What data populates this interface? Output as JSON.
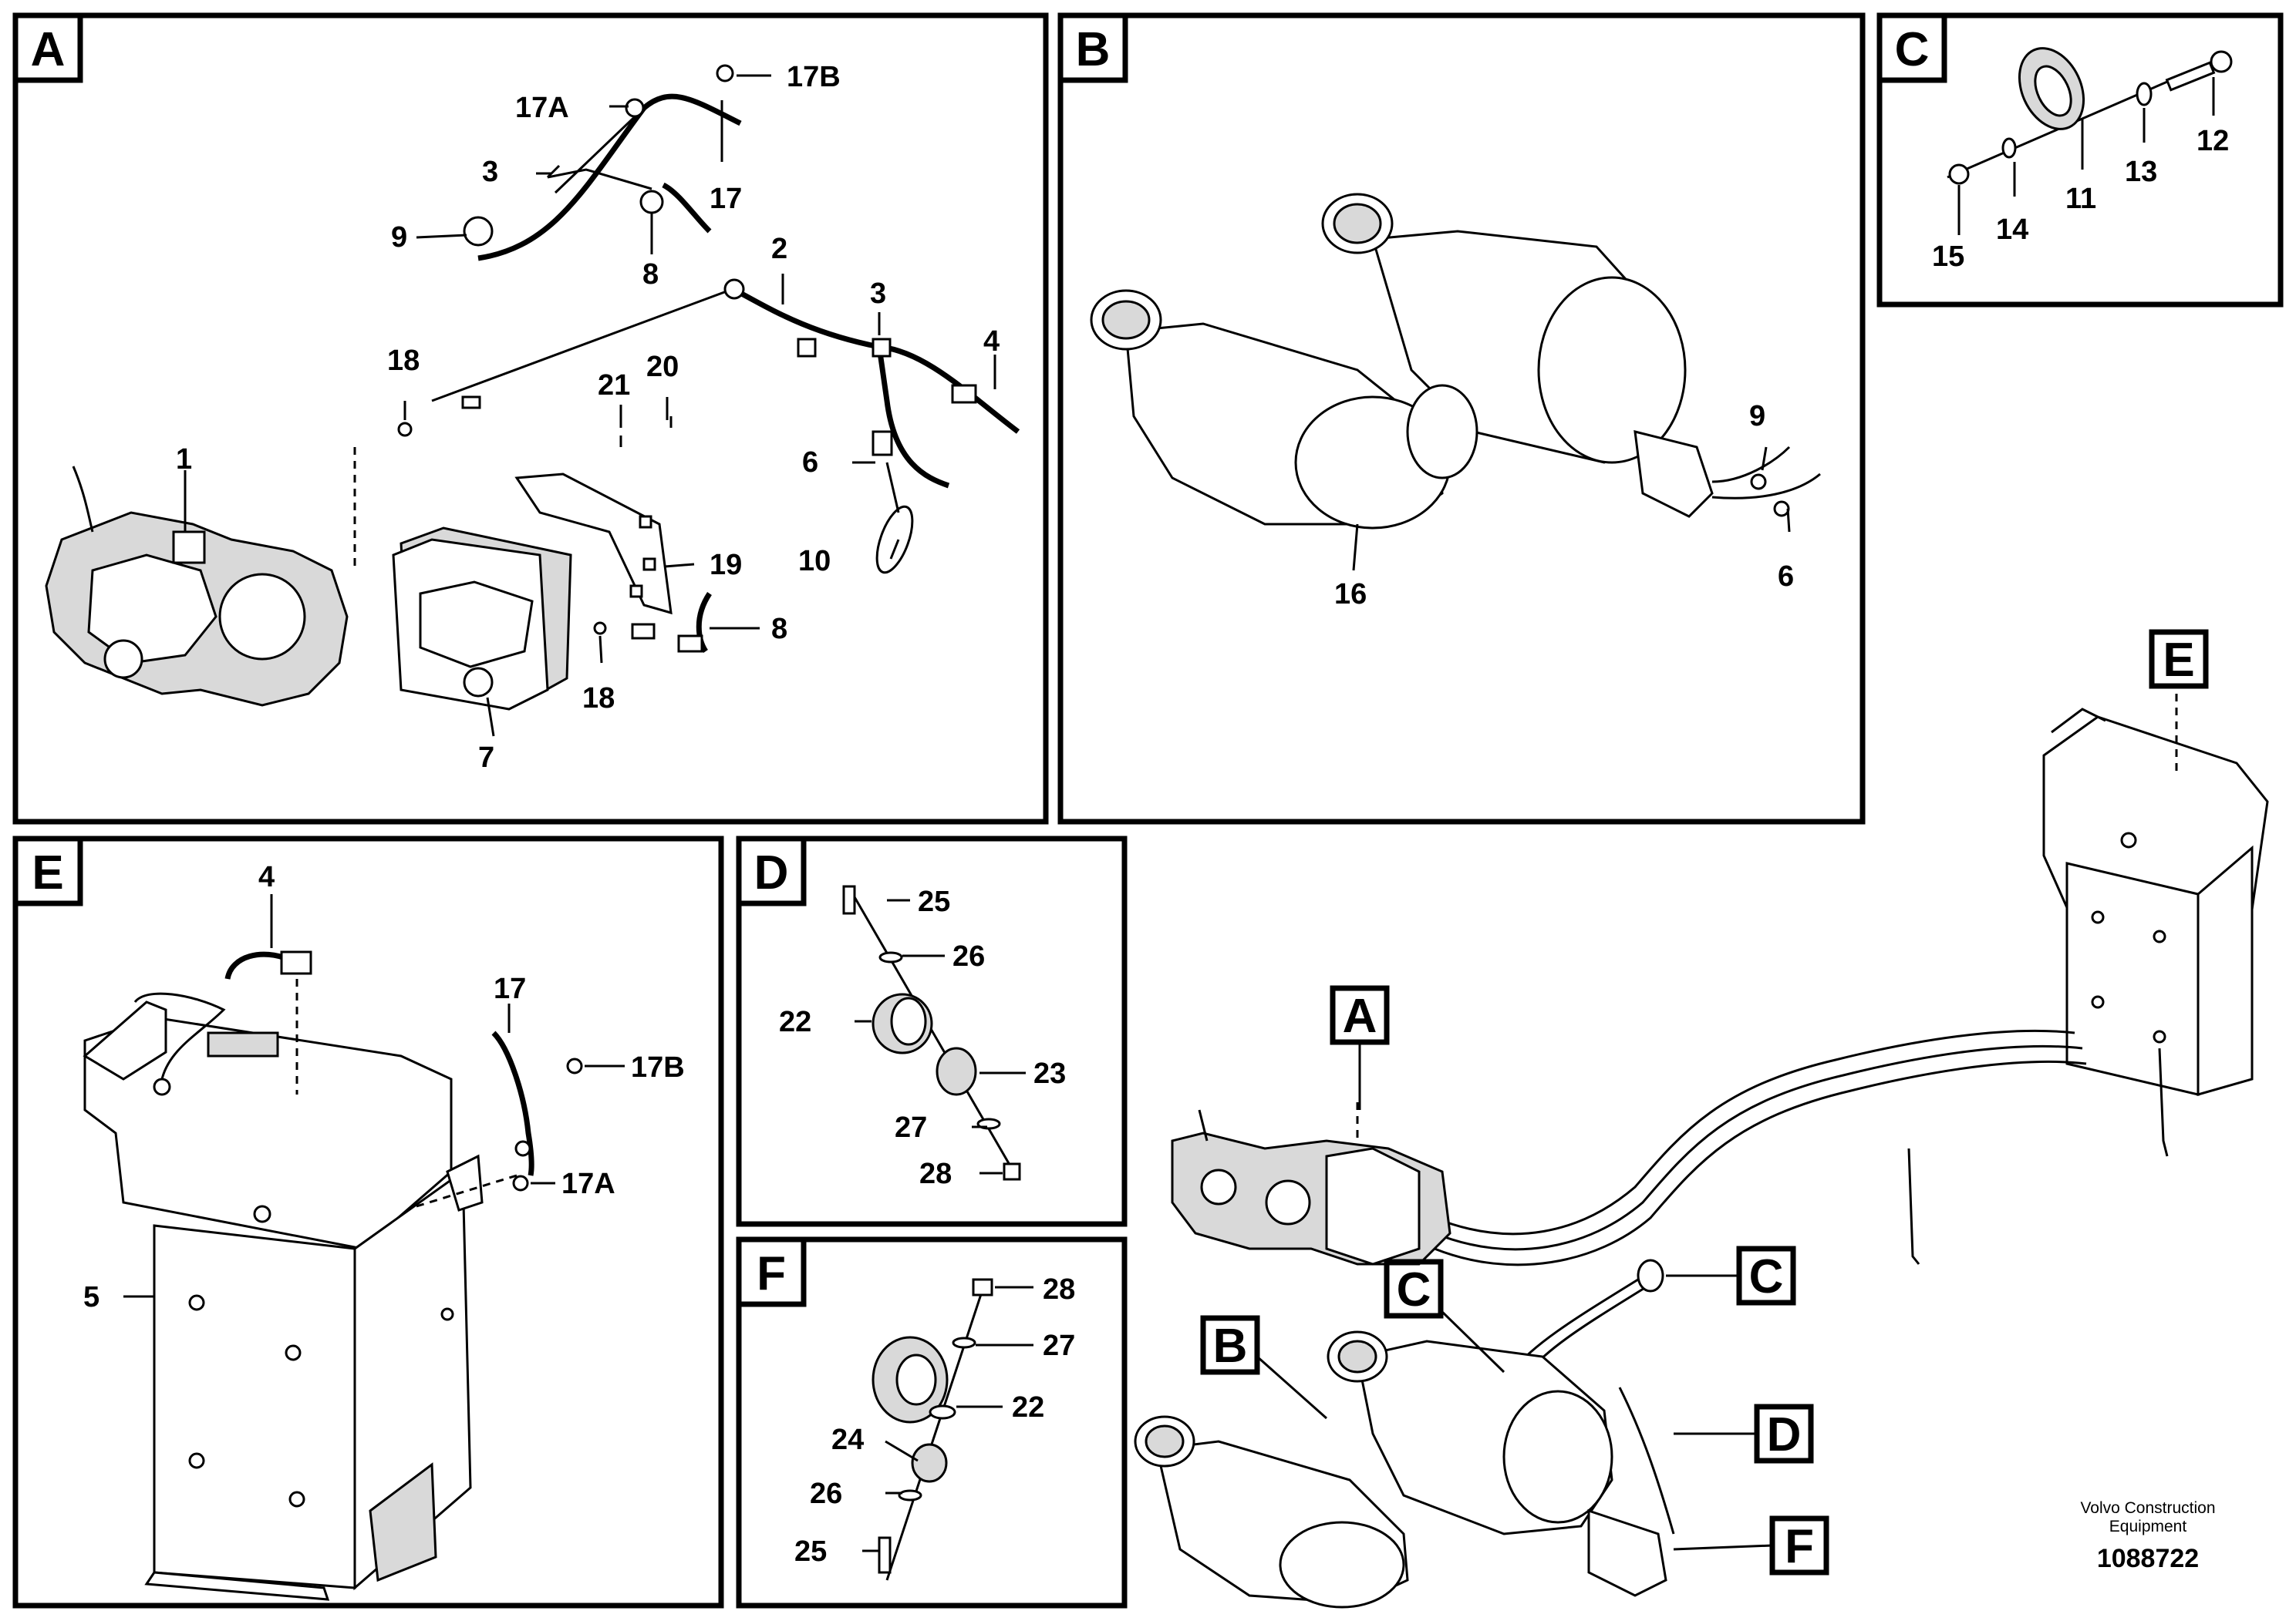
{
  "panels": {
    "A": {
      "letter": "A",
      "labels": [
        "17B",
        "17A",
        "3",
        "17",
        "9",
        "8",
        "2",
        "3",
        "4",
        "18",
        "21",
        "20",
        "1",
        "6",
        "19",
        "10",
        "8",
        "18",
        "7"
      ]
    },
    "B": {
      "letter": "B",
      "labels": [
        "9",
        "16",
        "6"
      ]
    },
    "C": {
      "letter": "C",
      "labels": [
        "12",
        "13",
        "11",
        "14",
        "15"
      ]
    },
    "E": {
      "letter": "E",
      "labels": [
        "4",
        "17",
        "17B",
        "17A",
        "5"
      ]
    },
    "D": {
      "letter": "D",
      "labels": [
        "25",
        "26",
        "22",
        "23",
        "27",
        "28"
      ]
    },
    "F": {
      "letter": "F",
      "labels": [
        "28",
        "27",
        "22",
        "24",
        "26",
        "25"
      ]
    }
  },
  "overview": {
    "callouts": [
      "E",
      "A",
      "C",
      "C",
      "B",
      "D",
      "F"
    ]
  },
  "footer": {
    "brand_line1": "Volvo Construction",
    "brand_line2": "Equipment",
    "drawing_number": "1088722"
  }
}
